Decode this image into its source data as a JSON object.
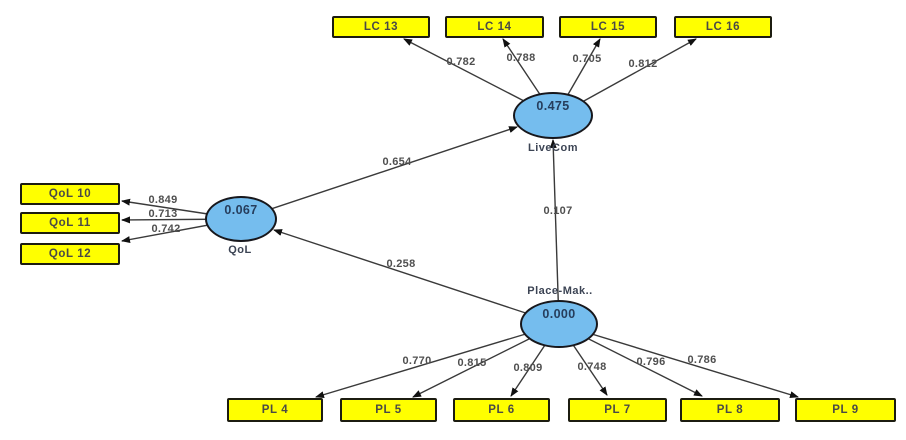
{
  "colors": {
    "background": "#ffffff",
    "indicator_fill": "#ffff00",
    "indicator_border": "#1c1c10",
    "construct_fill": "#75bdee",
    "construct_border": "#17171c",
    "edge_stroke": "#3a3a3a",
    "r2_text": "#263d5c"
  },
  "constructs": {
    "livecom": {
      "label": "LiveCom",
      "value": "0.475"
    },
    "qol": {
      "label": "QoL",
      "value": "0.067"
    },
    "placemak": {
      "label": "Place-Mak..",
      "value": "0.000"
    }
  },
  "indicators": {
    "lc13": {
      "label": "LC 13",
      "loading": "0.782"
    },
    "lc14": {
      "label": "LC 14",
      "loading": "0.788"
    },
    "lc15": {
      "label": "LC 15",
      "loading": "0.705"
    },
    "lc16": {
      "label": "LC 16",
      "loading": "0.812"
    },
    "qol10": {
      "label": "QoL 10",
      "loading": "0.849"
    },
    "qol11": {
      "label": "QoL 11",
      "loading": "0.713"
    },
    "qol12": {
      "label": "QoL 12",
      "loading": "0.742"
    },
    "pl4": {
      "label": "PL 4",
      "loading": "0.770"
    },
    "pl5": {
      "label": "PL 5",
      "loading": "0.815"
    },
    "pl6": {
      "label": "PL 6",
      "loading": "0.809"
    },
    "pl7": {
      "label": "PL 7",
      "loading": "0.748"
    },
    "pl8": {
      "label": "PL 8",
      "loading": "0.796"
    },
    "pl9": {
      "label": "PL 9",
      "loading": "0.786"
    }
  },
  "paths": {
    "qol_livecom": {
      "from": "QoL",
      "to": "LiveCom",
      "value": "0.654"
    },
    "placemak_livecom": {
      "from": "Place-Mak..",
      "to": "LiveCom",
      "value": "0.107"
    },
    "placemak_qol": {
      "from": "Place-Mak..",
      "to": "QoL",
      "value": "0.258"
    }
  }
}
